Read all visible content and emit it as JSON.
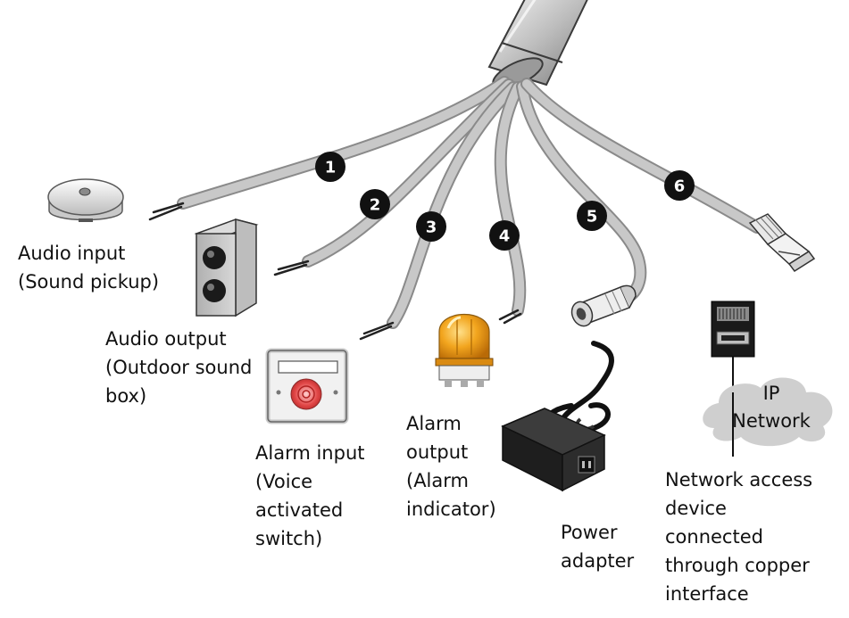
{
  "badges": [
    "1",
    "2",
    "3",
    "4",
    "5",
    "6"
  ],
  "labels": {
    "audio_input": "Audio input\n(Sound pickup)",
    "audio_output": "Audio output\n(Outdoor sound\nbox)",
    "alarm_input": "Alarm input\n(Voice\nactivated\nswitch)",
    "alarm_output": "Alarm\noutput\n(Alarm\nindicator)",
    "power_adapter": "Power\nadapter",
    "network_device": "Network access\ndevice\nconnected\nthrough copper\ninterface"
  },
  "cloud": {
    "text": "IP\nNetwork"
  },
  "colors": {
    "cable": "#c4c4c4",
    "cable_outline": "#8a8a8a",
    "badge": "#111111",
    "alarm_lamp": "#f0a21a",
    "button_red": "#e34a4a",
    "cloud": "#cfcfcf"
  },
  "icons": [
    "audio-input-device-icon",
    "speaker-box-icon",
    "voice-switch-icon",
    "alarm-lamp-icon",
    "dc-connector-icon",
    "power-adapter-icon",
    "rj45-connector-icon",
    "network-device-icon",
    "cloud-icon"
  ]
}
